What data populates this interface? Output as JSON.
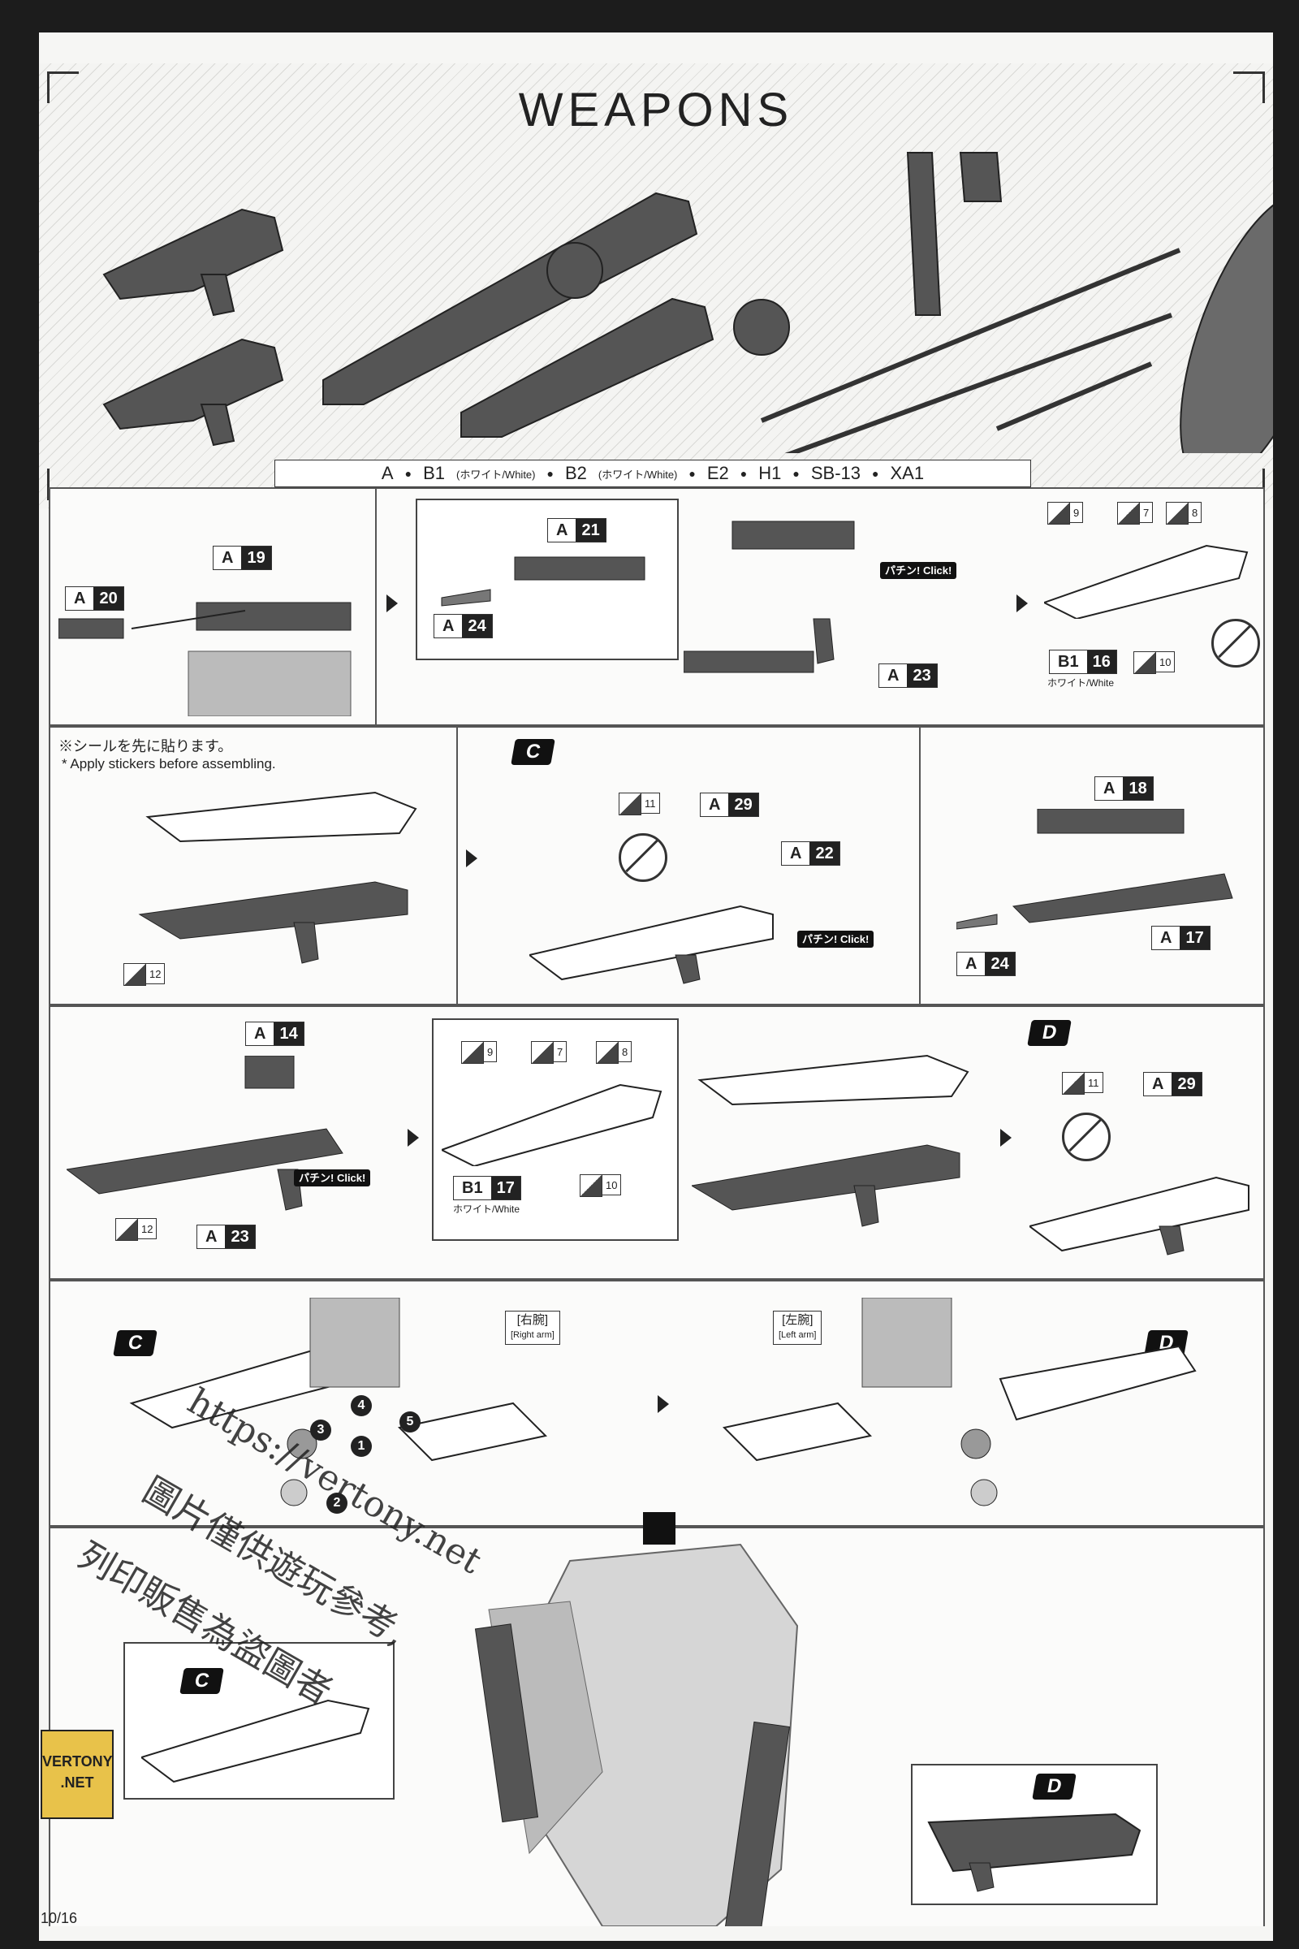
{
  "header": {
    "title": "WEAPONS",
    "parts": [
      "A",
      "B1",
      "(ホワイト/White)",
      "B2",
      "(ホワイト/White)",
      "E2",
      "H1",
      "SB-13",
      "XA1"
    ]
  },
  "row1": {
    "tags": [
      "A",
      "20",
      "A",
      "19",
      "A",
      "21",
      "A",
      "24",
      "A",
      "23",
      "B1",
      "16"
    ],
    "stickers": [
      "9",
      "7",
      "8",
      "10"
    ],
    "white_label": "ホワイト/White",
    "click": "パチン! Click!"
  },
  "row2": {
    "note_jp": "※シールを先に貼ります。",
    "note_en": "* Apply stickers before assembling.",
    "label_c": "C",
    "tags": [
      "A",
      "29",
      "A",
      "22",
      "A",
      "18",
      "A",
      "24",
      "A",
      "17"
    ],
    "stickers": [
      "12",
      "11"
    ],
    "click": "パチン! Click!"
  },
  "row3": {
    "label_d": "D",
    "tags": [
      "A",
      "14",
      "A",
      "23",
      "B1",
      "17",
      "A",
      "29"
    ],
    "stickers": [
      "12",
      "9",
      "7",
      "8",
      "10",
      "11"
    ],
    "white_label": "ホワイト/White",
    "click": "パチン! Click!"
  },
  "row4": {
    "label_c": "C",
    "label_d": "D",
    "right_arm": "[右腕]",
    "right_arm_en": "[Right arm]",
    "left_arm": "[左腕]",
    "left_arm_en": "[Left arm]",
    "steps": [
      "1",
      "2",
      "3",
      "4",
      "5"
    ]
  },
  "row5": {
    "label_c": "C",
    "label_d": "D"
  },
  "watermark": {
    "url": "https://vertony.net",
    "line2": "圖片僅供遊玩參考,",
    "line3": "列印販售為盜圖者"
  },
  "logo": {
    "line1": "VERTONY",
    "line2": ".NET"
  },
  "page_number": "10/16"
}
